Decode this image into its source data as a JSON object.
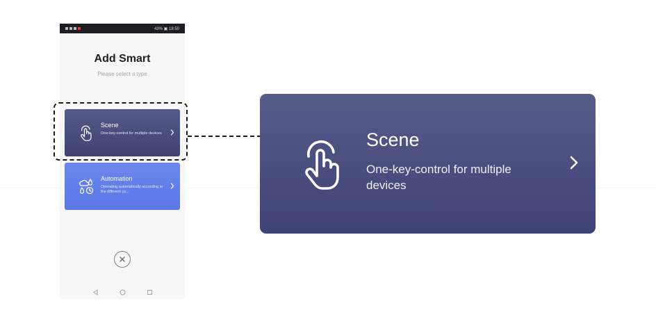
{
  "status_bar": {
    "right": "43% ▣ 18:50"
  },
  "page": {
    "title": "Add Smart",
    "subtitle": "Please select a type"
  },
  "cards": [
    {
      "title": "Scene",
      "description": "One-key-control for multiple devices",
      "icon": "tap-hand-icon",
      "color": "#4a4e7e"
    },
    {
      "title": "Automation",
      "description": "Operating automatically according to the different co...",
      "icon": "weather-clock-icon",
      "color": "#6280ea"
    }
  ],
  "zoom": {
    "title": "Scene",
    "description": "One-key-control for multiple devices",
    "icon": "tap-hand-icon"
  },
  "colors": {
    "scene_card": "#4a4e7e",
    "automation_card": "#6280ea",
    "highlight_dash": "#1a1a1a"
  }
}
